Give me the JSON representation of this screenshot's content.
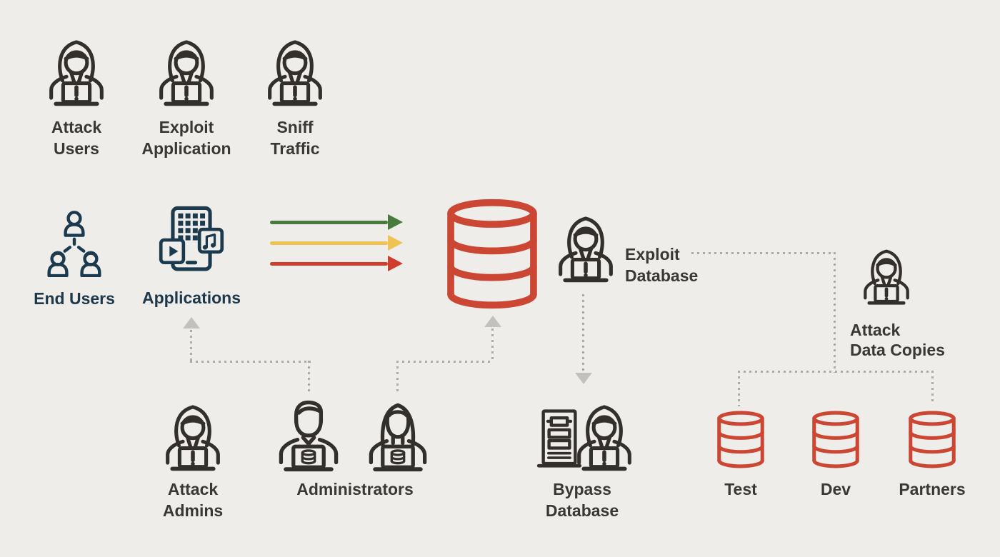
{
  "title": "Database attack vectors diagram",
  "colors": {
    "background": "#efedea",
    "icon_charcoal": "#33302c",
    "icon_navy": "#1c3a4e",
    "database_red": "#cc4733",
    "arrow_green": "#4a7a3d",
    "arrow_yellow": "#eec352",
    "arrow_red": "#cf3e2d",
    "dotted_path_gray": "#adaaa6",
    "dotted_arrowhead_gray": "#c3c1bd",
    "label_dark": "#3a3834",
    "label_navy": "#1c384a"
  },
  "icons": {
    "hacker": "hooded-attacker-with-laptop-warning",
    "end_users": "user-group",
    "applications": "app-grid-tablet",
    "admin_male": "male-administrator-with-laptop",
    "admin_female": "female-administrator-with-laptop",
    "server": "server-rack",
    "database": "database-cylinder"
  },
  "nodes": {
    "attack_users": {
      "lines": [
        "Attack",
        "Users"
      ]
    },
    "exploit_application": {
      "lines": [
        "Exploit",
        "Application"
      ]
    },
    "sniff_traffic": {
      "lines": [
        "Sniff",
        "Traffic"
      ]
    },
    "end_users": {
      "label": "End Users"
    },
    "applications": {
      "label": "Applications"
    },
    "exploit_database": {
      "lines": [
        "Exploit",
        "Database"
      ]
    },
    "attack_data_copies": {
      "lines": [
        "Attack",
        "Data Copies"
      ]
    },
    "attack_admins": {
      "lines": [
        "Attack",
        "Admins"
      ]
    },
    "administrators": {
      "label": "Administrators"
    },
    "bypass_database": {
      "lines": [
        "Bypass",
        "Database"
      ]
    },
    "test_db": {
      "label": "Test"
    },
    "dev_db": {
      "label": "Dev"
    },
    "partners_db": {
      "label": "Partners"
    }
  },
  "flow_arrows": {
    "description": "three solid arrows from applications into database",
    "colors": [
      "#4a7a3d",
      "#eec352",
      "#cf3e2d"
    ]
  }
}
